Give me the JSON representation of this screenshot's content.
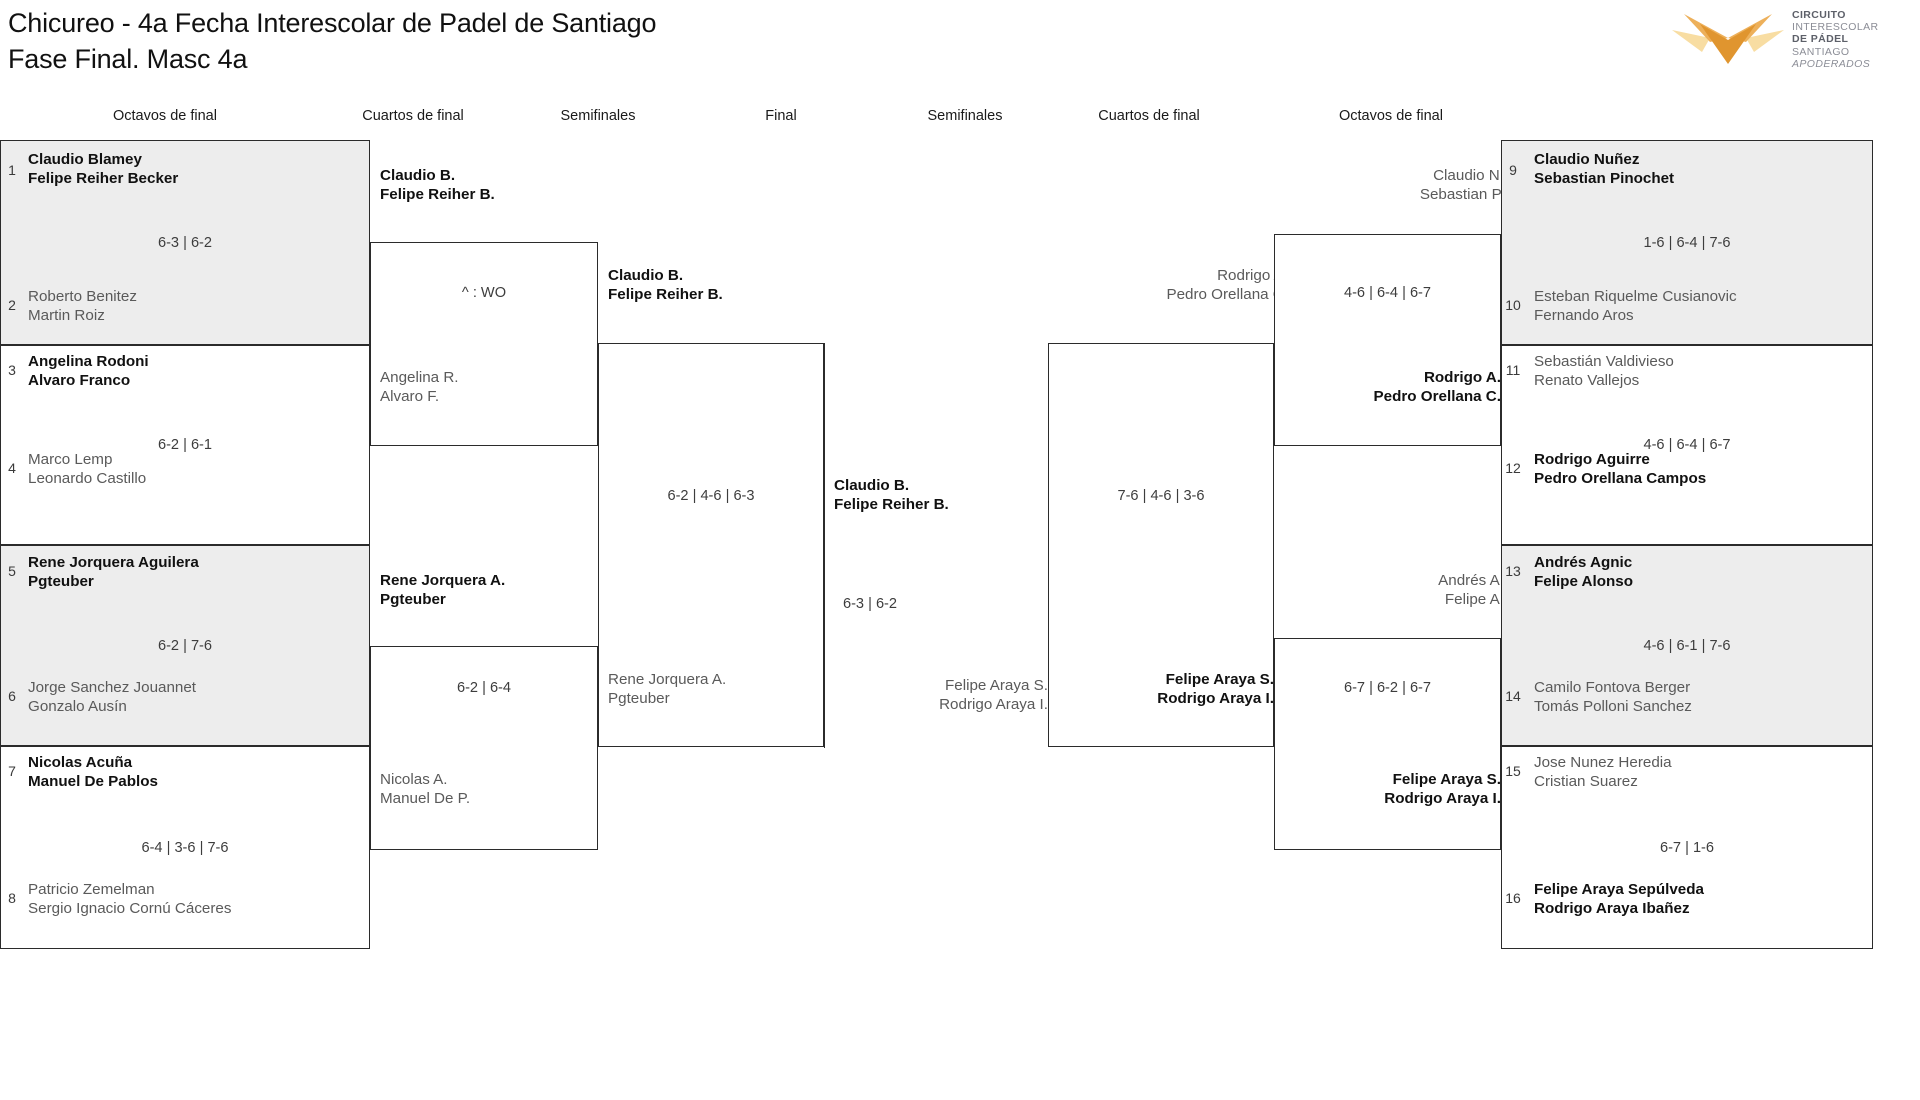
{
  "header": {
    "title_line1": "Chicureo - 4a Fecha Interescolar de Padel de Santiago",
    "title_line2": "Fase Final. Masc 4a",
    "logo": {
      "line1": "CIRCUITO",
      "line2": "INTERESCOLAR",
      "line3": "DE PÁDEL",
      "line4": "SANTIAGO",
      "line5": "APODERADOS",
      "mark_color_dark": "#e0952f",
      "mark_color_mid": "#edb05a",
      "mark_color_light": "#f8dda2"
    }
  },
  "round_labels": {
    "left_octavos": "Octavos de final",
    "left_cuartos": "Cuartos de final",
    "left_semis": "Semifinales",
    "final": "Final",
    "right_semis": "Semifinales",
    "right_cuartos": "Cuartos de final",
    "right_octavos": "Octavos de final"
  },
  "left_octavos": [
    {
      "seed": "1",
      "p1": "Claudio Blamey",
      "p2": "Felipe Reiher Becker",
      "state": "win"
    },
    {
      "seed": "2",
      "p1": "Roberto Benitez",
      "p2": "Martin Roiz",
      "state": "lose"
    },
    {
      "seed": "3",
      "p1": "Angelina Rodoni",
      "p2": "Alvaro Franco",
      "state": "win"
    },
    {
      "seed": "4",
      "p1": "Marco Lemp",
      "p2": "Leonardo Castillo",
      "state": "lose"
    },
    {
      "seed": "5",
      "p1": "Rene Jorquera Aguilera",
      "p2": "Pgteuber",
      "state": "win"
    },
    {
      "seed": "6",
      "p1": "Jorge Sanchez Jouannet",
      "p2": "Gonzalo Ausín",
      "state": "lose"
    },
    {
      "seed": "7",
      "p1": "Nicolas Acuña",
      "p2": "Manuel De Pablos",
      "state": "win"
    },
    {
      "seed": "8",
      "p1": "Patricio Zemelman",
      "p2": "Sergio Ignacio Cornú Cáceres",
      "state": "lose"
    }
  ],
  "left_octavos_scores": [
    "6-3 | 6-2",
    "6-2 | 6-1",
    "6-2 | 7-6",
    "6-4 | 3-6 | 7-6"
  ],
  "left_cuartos": [
    {
      "p1": "Claudio B.",
      "p2": "Felipe Reiher B.",
      "state": "win"
    },
    {
      "p1": "Angelina R.",
      "p2": "Alvaro F.",
      "state": "lose"
    },
    {
      "p1": "Rene Jorquera A.",
      "p2": "Pgteuber",
      "state": "win"
    },
    {
      "p1": "Nicolas A.",
      "p2": "Manuel De P.",
      "state": "lose"
    }
  ],
  "left_cuartos_scores": [
    "^ : WO",
    "6-2 | 6-4"
  ],
  "left_semis": [
    {
      "p1": "Claudio B.",
      "p2": "Felipe Reiher B.",
      "state": "win"
    },
    {
      "p1": "Rene Jorquera A.",
      "p2": "Pgteuber",
      "state": "lose"
    }
  ],
  "left_semis_score": "6-2 | 4-6 | 6-3",
  "final": {
    "left": {
      "p1": "Claudio B.",
      "p2": "Felipe Reiher B.",
      "state": "win"
    },
    "right": {
      "p1": "Felipe Araya S.",
      "p2": "Rodrigo Araya I.",
      "state": "lose"
    },
    "score": "6-3 | 6-2"
  },
  "right_semis": [
    {
      "p1": "Rodrigo A.",
      "p2": "Pedro Orellana C.",
      "state": "lose"
    },
    {
      "p1": "Felipe Araya S.",
      "p2": "Rodrigo Araya I.",
      "state": "win"
    }
  ],
  "right_semis_score": "7-6 | 4-6 | 3-6",
  "right_cuartos": [
    {
      "p1": "Claudio N.",
      "p2": "Sebastian P.",
      "state": "lose"
    },
    {
      "p1": "Rodrigo A.",
      "p2": "Pedro Orellana C.",
      "state": "win"
    },
    {
      "p1": "Andrés A.",
      "p2": "Felipe A.",
      "state": "lose"
    },
    {
      "p1": "Felipe Araya S.",
      "p2": "Rodrigo Araya I.",
      "state": "win"
    }
  ],
  "right_cuartos_scores": [
    "4-6 | 6-4 | 6-7",
    "6-7 | 6-2 | 6-7"
  ],
  "right_octavos": [
    {
      "seed": "9",
      "p1": "Claudio Nuñez",
      "p2": "Sebastian Pinochet",
      "state": "win"
    },
    {
      "seed": "10",
      "p1": "Esteban Riquelme Cusianovic",
      "p2": "Fernando Aros",
      "state": "lose"
    },
    {
      "seed": "11",
      "p1": "Sebastián Valdivieso",
      "p2": "Renato Vallejos",
      "state": "lose"
    },
    {
      "seed": "12",
      "p1": "Rodrigo Aguirre",
      "p2": "Pedro Orellana Campos",
      "state": "win"
    },
    {
      "seed": "13",
      "p1": "Andrés Agnic",
      "p2": "Felipe Alonso",
      "state": "win"
    },
    {
      "seed": "14",
      "p1": "Camilo Fontova Berger",
      "p2": "Tomás Polloni Sanchez",
      "state": "lose"
    },
    {
      "seed": "15",
      "p1": "Jose Nunez Heredia",
      "p2": "Cristian Suarez",
      "state": "lose"
    },
    {
      "seed": "16",
      "p1": "Felipe Araya Sepúlveda",
      "p2": "Rodrigo Araya Ibañez",
      "state": "win"
    }
  ],
  "right_octavos_scores": [
    "1-6 | 6-4 | 7-6",
    "4-6 | 6-4 | 6-7",
    "4-6 | 6-1 | 7-6",
    "6-7 | 1-6"
  ]
}
